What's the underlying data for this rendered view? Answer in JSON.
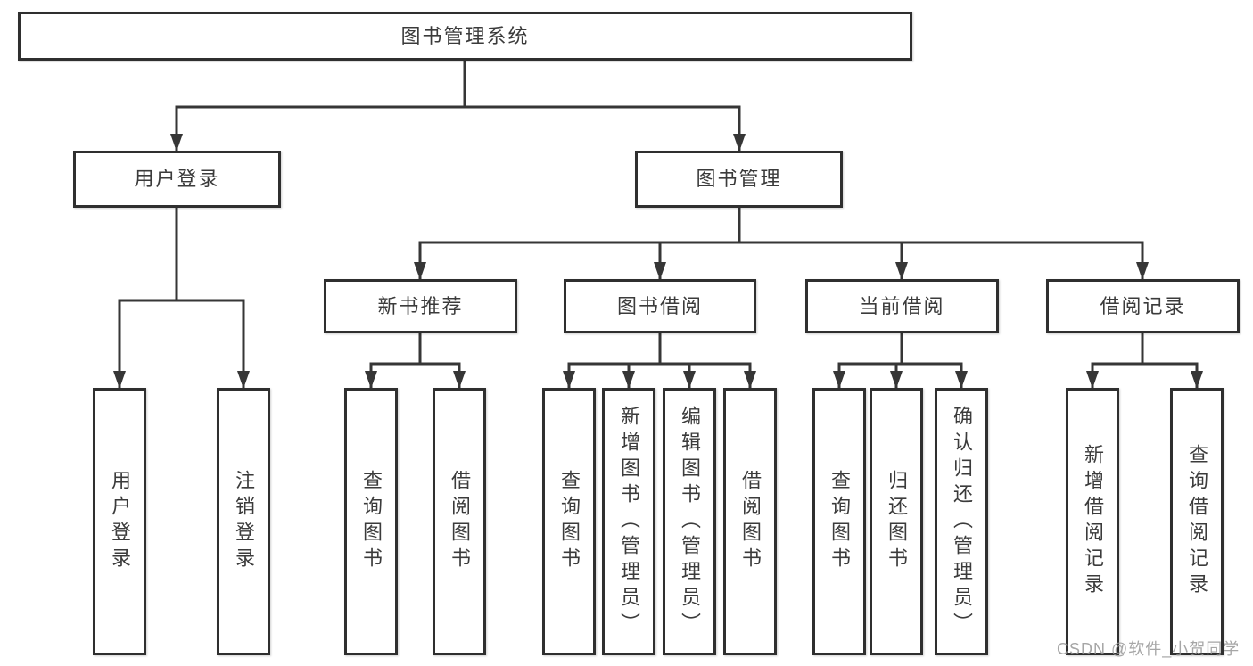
{
  "diagram": {
    "root": {
      "label": "图书管理系统"
    },
    "login": {
      "label": "用户登录",
      "children": [
        {
          "label": "用户登录"
        },
        {
          "label": "注销登录"
        }
      ]
    },
    "management": {
      "label": "图书管理",
      "sections": [
        {
          "label": "新书推荐",
          "children": [
            {
              "label": "查询图书"
            },
            {
              "label": "借阅图书"
            }
          ]
        },
        {
          "label": "图书借阅",
          "children": [
            {
              "label": "查询图书"
            },
            {
              "label": "新增图书（管理员）"
            },
            {
              "label": "编辑图书（管理员）"
            },
            {
              "label": "借阅图书"
            }
          ]
        },
        {
          "label": "当前借阅",
          "children": [
            {
              "label": "查询图书"
            },
            {
              "label": "归还图书"
            },
            {
              "label": "确认归还（管理员）"
            }
          ]
        },
        {
          "label": "借阅记录",
          "children": [
            {
              "label": "新增借阅记录"
            },
            {
              "label": "查询借阅记录"
            }
          ]
        }
      ]
    }
  },
  "watermark": "CSDN @软件_小贺同学",
  "colors": {
    "line": "#363636",
    "box_border": "#2f2f2f",
    "box_fill": "#ffffff",
    "text": "#3b3b3b",
    "watermark": "#969696"
  }
}
